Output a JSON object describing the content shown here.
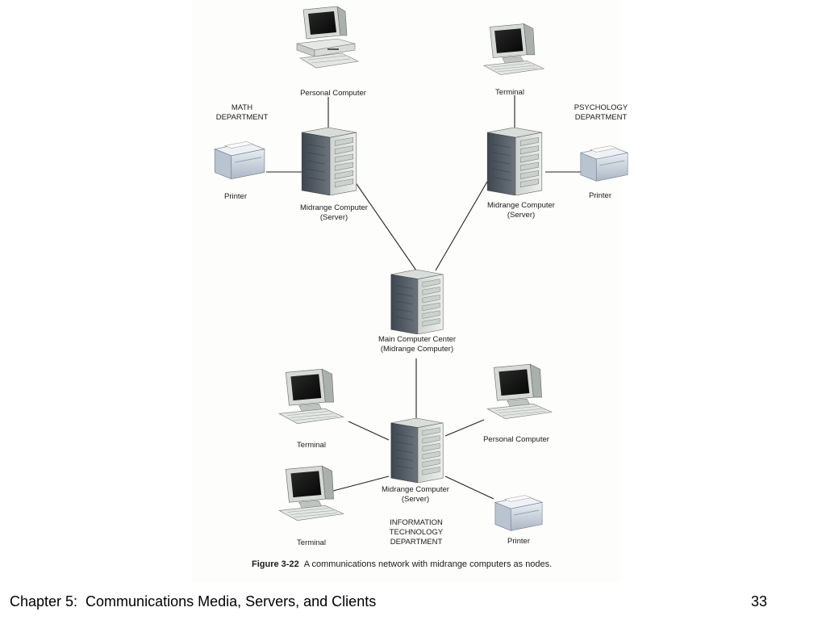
{
  "figure": {
    "caption_number": "Figure 3-22",
    "caption_text": "A communications network with midrange computers as nodes."
  },
  "departments": {
    "math": "MATH\nDEPARTMENT",
    "psychology": "PSYCHOLOGY\nDEPARTMENT",
    "it": "INFORMATION\nTECHNOLOGY\nDEPARTMENT"
  },
  "nodes": {
    "math_pc": "Personal Computer",
    "math_printer": "Printer",
    "math_server": "Midrange Computer\n(Server)",
    "psych_terminal": "Terminal",
    "psych_printer": "Printer",
    "psych_server": "Midrange Computer\n(Server)",
    "main_center": "Main Computer Center\n(Midrange Computer)",
    "it_terminal_1": "Terminal",
    "it_terminal_2": "Terminal",
    "it_pc": "Personal Computer",
    "it_printer": "Printer",
    "it_server": "Midrange Computer\n(Server)"
  },
  "footer": {
    "title": "Chapter 5:  Communications Media, Servers, and Clients",
    "page": "33"
  }
}
